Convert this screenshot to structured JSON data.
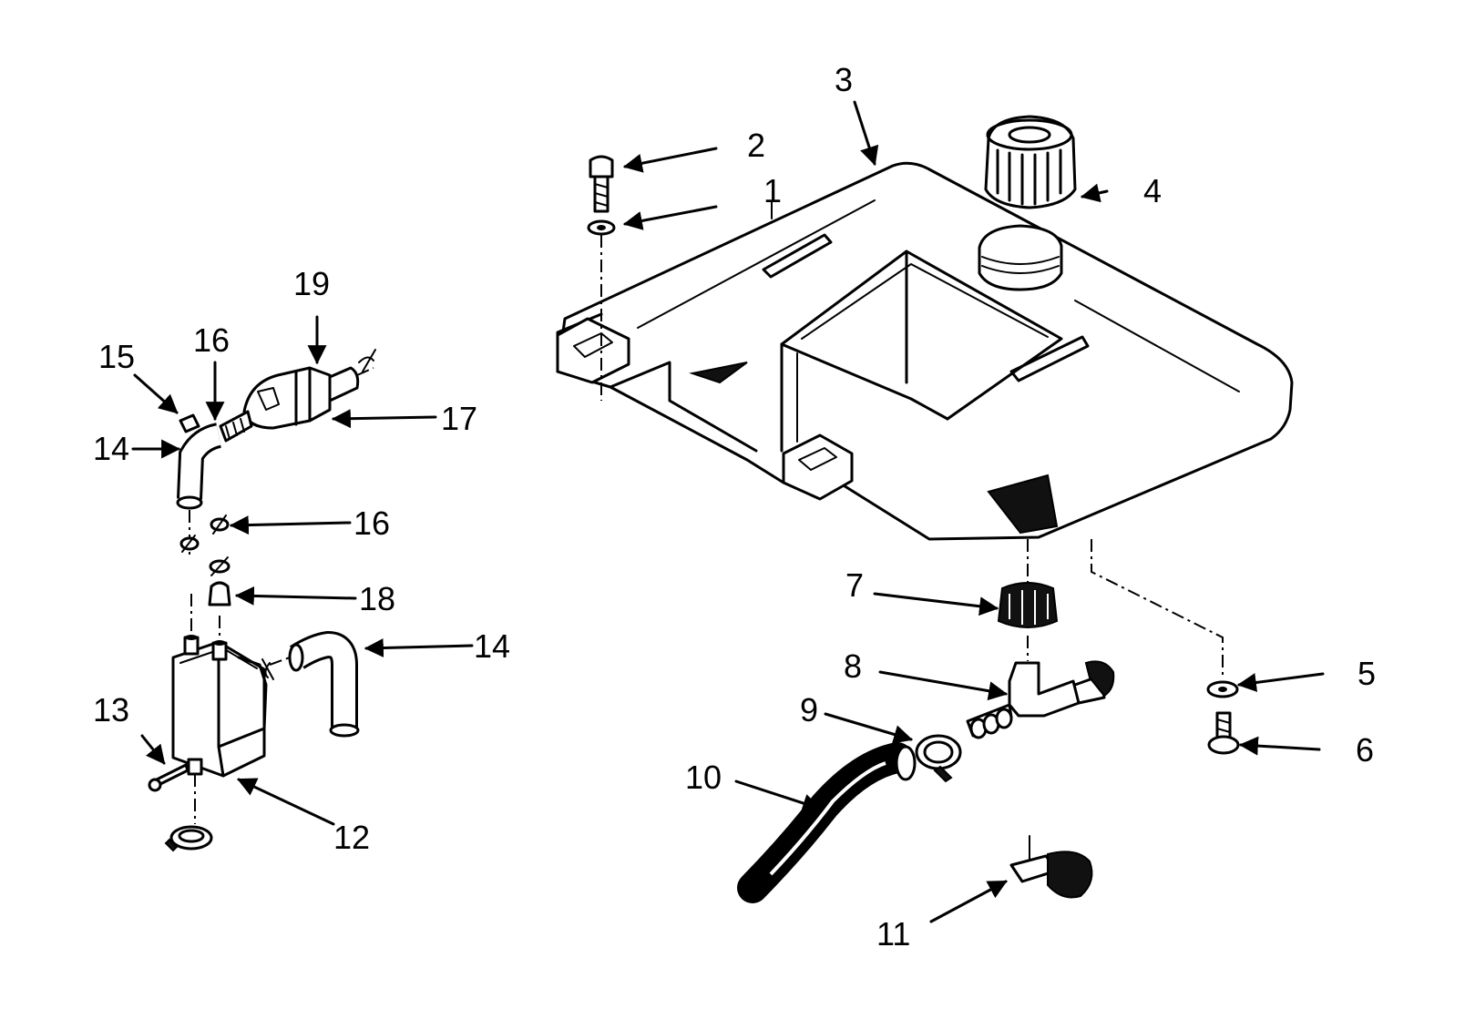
{
  "callouts": {
    "c1": "1",
    "c2": "2",
    "c3": "3",
    "c4": "4",
    "c5": "5",
    "c6": "6",
    "c7": "7",
    "c8": "8",
    "c9": "9",
    "c10": "10",
    "c11": "11",
    "c12": "12",
    "c13": "13",
    "c14a": "14",
    "c14b": "14",
    "c15": "15",
    "c16a": "16",
    "c16b": "16",
    "c17": "17",
    "c18": "18",
    "c19": "19"
  }
}
